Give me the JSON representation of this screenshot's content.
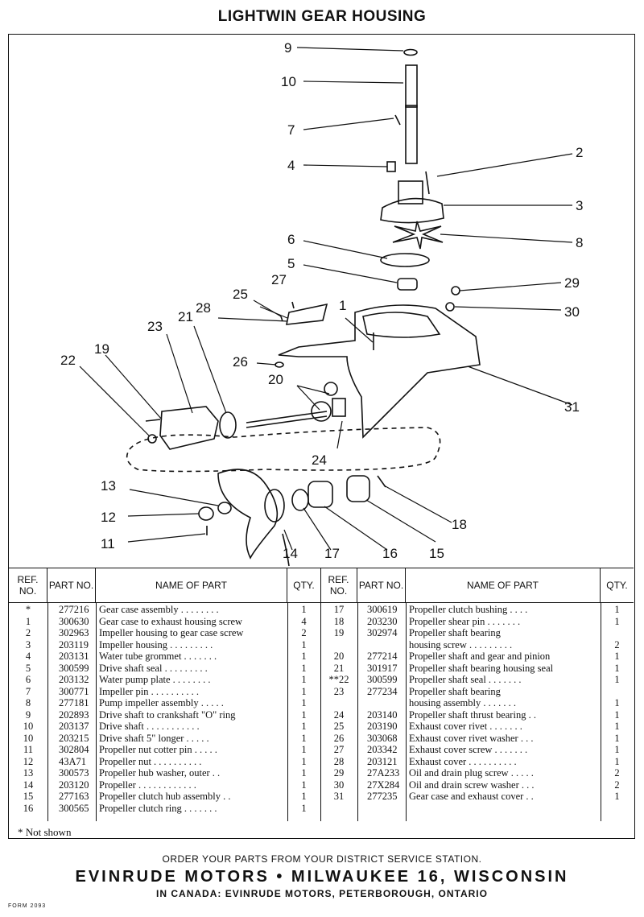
{
  "title": "LIGHTWIN GEAR HOUSING",
  "diagram": {
    "callouts": [
      "1",
      "2",
      "3",
      "4",
      "5",
      "6",
      "7",
      "8",
      "9",
      "10",
      "11",
      "12",
      "13",
      "14",
      "15",
      "16",
      "17",
      "18",
      "19",
      "20",
      "21",
      "22",
      "23",
      "24",
      "25",
      "26",
      "27",
      "28",
      "29",
      "30",
      "31"
    ]
  },
  "table": {
    "headers": {
      "ref": "REF. NO.",
      "part": "PART NO.",
      "name": "NAME OF PART",
      "qty": "QTY."
    },
    "left_rows": [
      {
        "ref": "*",
        "part": "277216",
        "name": "Gear case assembly . . . . . . . .",
        "qty": "1"
      },
      {
        "ref": "1",
        "part": "300630",
        "name": "Gear case to exhaust housing screw",
        "qty": "4"
      },
      {
        "ref": "2",
        "part": "302963",
        "name": "Impeller housing to gear case screw",
        "qty": "2"
      },
      {
        "ref": "3",
        "part": "203119",
        "name": "Impeller housing . . . . . . . . .",
        "qty": "1"
      },
      {
        "ref": "4",
        "part": "203131",
        "name": "Water tube grommet . . . . . . .",
        "qty": "1"
      },
      {
        "ref": "5",
        "part": "300599",
        "name": "Drive shaft seal . . . . . . . . .",
        "qty": "1"
      },
      {
        "ref": "6",
        "part": "203132",
        "name": "Water pump plate . . . . . . . .",
        "qty": "1"
      },
      {
        "ref": "7",
        "part": "300771",
        "name": "Impeller pin . . . . . . . . . .",
        "qty": "1"
      },
      {
        "ref": "8",
        "part": "277181",
        "name": "Pump impeller assembly . . . . .",
        "qty": "1"
      },
      {
        "ref": "9",
        "part": "202893",
        "name": "Drive shaft to crankshaft \"O\" ring",
        "qty": "1"
      },
      {
        "ref": "10",
        "part": "203137",
        "name": "Drive shaft . . . . . . . . . . .",
        "qty": "1"
      },
      {
        "ref": "10",
        "part": "203215",
        "name": "Drive shaft 5\" longer . . . . .",
        "qty": "1"
      },
      {
        "ref": "11",
        "part": "302804",
        "name": "Propeller nut cotter pin . . . . .",
        "qty": "1"
      },
      {
        "ref": "12",
        "part": "43A71",
        "name": "Propeller nut . . . . . . . . . .",
        "qty": "1"
      },
      {
        "ref": "13",
        "part": "300573",
        "name": "Propeller hub washer, outer . .",
        "qty": "1"
      },
      {
        "ref": "14",
        "part": "203120",
        "name": "Propeller . . . . . . . . . . . .",
        "qty": "1"
      },
      {
        "ref": "15",
        "part": "277163",
        "name": "Propeller clutch hub assembly . .",
        "qty": "1"
      },
      {
        "ref": "16",
        "part": "300565",
        "name": "Propeller clutch ring . . . . . . .",
        "qty": "1"
      }
    ],
    "right_rows": [
      {
        "ref": "17",
        "part": "300619",
        "name": "Propeller clutch bushing . . . .",
        "qty": "1"
      },
      {
        "ref": "18",
        "part": "203230",
        "name": "Propeller shear pin . . . . . . .",
        "qty": "1"
      },
      {
        "ref": "19",
        "part": "302974",
        "name": "Propeller shaft bearing",
        "qty": ""
      },
      {
        "ref": "",
        "part": "",
        "name": "housing screw . . . . . . . . .",
        "qty": "2"
      },
      {
        "ref": "20",
        "part": "277214",
        "name": "Propeller shaft and gear and pinion",
        "qty": "1"
      },
      {
        "ref": "21",
        "part": "301917",
        "name": "Propeller shaft bearing housing seal",
        "qty": "1"
      },
      {
        "ref": "**22",
        "part": "300599",
        "name": "Propeller shaft seal . . . . . . .",
        "qty": "1"
      },
      {
        "ref": "23",
        "part": "277234",
        "name": "Propeller shaft bearing",
        "qty": ""
      },
      {
        "ref": "",
        "part": "",
        "name": "housing assembly . . . . . . .",
        "qty": "1"
      },
      {
        "ref": "24",
        "part": "203140",
        "name": "Propeller shaft thrust bearing . .",
        "qty": "1"
      },
      {
        "ref": "25",
        "part": "203190",
        "name": "Exhaust cover rivet . . . . . . .",
        "qty": "1"
      },
      {
        "ref": "26",
        "part": "303068",
        "name": "Exhaust cover rivet washer . . .",
        "qty": "1"
      },
      {
        "ref": "27",
        "part": "203342",
        "name": "Exhaust cover screw . . . . . . .",
        "qty": "1"
      },
      {
        "ref": "28",
        "part": "203121",
        "name": "Exhaust cover . . . . . . . . . .",
        "qty": "1"
      },
      {
        "ref": "29",
        "part": "27A233",
        "name": "Oil and drain plug screw . . . . .",
        "qty": "2"
      },
      {
        "ref": "30",
        "part": "27X284",
        "name": "Oil and drain screw washer . . .",
        "qty": "2"
      },
      {
        "ref": "31",
        "part": "277235",
        "name": "Gear case and exhaust cover . .",
        "qty": "1"
      }
    ]
  },
  "footnote": "* Not shown",
  "footer": {
    "order": "ORDER YOUR PARTS FROM YOUR DISTRICT SERVICE STATION.",
    "company": "EVINRUDE MOTORS • MILWAUKEE 16, WISCONSIN",
    "canada": "IN CANADA: EVINRUDE MOTORS, PETERBOROUGH, ONTARIO",
    "form": "FORM 2093"
  }
}
